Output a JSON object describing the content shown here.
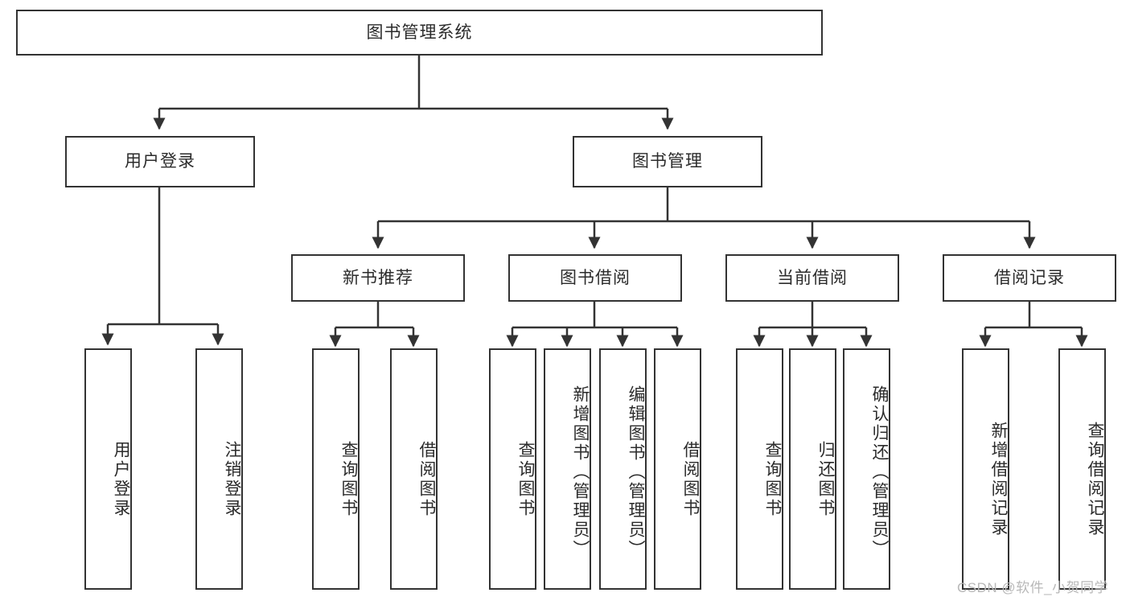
{
  "diagram": {
    "title": "图书管理系统",
    "type": "tree",
    "root": {
      "id": "root",
      "label": "图书管理系统",
      "orientation": "horizontal"
    },
    "level1": [
      {
        "id": "user-login",
        "label": "用户登录",
        "orientation": "horizontal"
      },
      {
        "id": "book-manage",
        "label": "图书管理",
        "orientation": "horizontal"
      }
    ],
    "level2": [
      {
        "id": "new-book-rec",
        "label": "新书推荐",
        "orientation": "horizontal",
        "parent": "book-manage"
      },
      {
        "id": "book-borrow",
        "label": "图书借阅",
        "orientation": "horizontal",
        "parent": "book-manage"
      },
      {
        "id": "current-borrow",
        "label": "当前借阅",
        "orientation": "horizontal",
        "parent": "book-manage"
      },
      {
        "id": "borrow-record",
        "label": "借阅记录",
        "orientation": "horizontal",
        "parent": "book-manage"
      }
    ],
    "leaves": [
      {
        "id": "leaf-user-login",
        "label": "用户登录",
        "parent": "user-login"
      },
      {
        "id": "leaf-logout-login",
        "label": "注销登录",
        "parent": "user-login"
      },
      {
        "id": "leaf-query-book-1",
        "label": "查询图书",
        "parent": "new-book-rec"
      },
      {
        "id": "leaf-borrow-book-1",
        "label": "借阅图书",
        "parent": "new-book-rec"
      },
      {
        "id": "leaf-query-book-2",
        "label": "查询图书",
        "parent": "book-borrow"
      },
      {
        "id": "leaf-add-book",
        "label": "新增图书（管理员）",
        "parent": "book-borrow"
      },
      {
        "id": "leaf-edit-book",
        "label": "编辑图书（管理员）",
        "parent": "book-borrow"
      },
      {
        "id": "leaf-borrow-book-2",
        "label": "借阅图书",
        "parent": "book-borrow"
      },
      {
        "id": "leaf-query-book-3",
        "label": "查询图书",
        "parent": "current-borrow"
      },
      {
        "id": "leaf-return-book",
        "label": "归还图书",
        "parent": "current-borrow"
      },
      {
        "id": "leaf-confirm-return",
        "label": "确认归还（管理员）",
        "parent": "current-borrow"
      },
      {
        "id": "leaf-add-record",
        "label": "新增借阅记录",
        "parent": "borrow-record"
      },
      {
        "id": "leaf-query-record",
        "label": "查询借阅记录",
        "parent": "borrow-record"
      }
    ],
    "colors": {
      "box_border": "#333333",
      "box_fill": "#ffffff",
      "edge": "#333333",
      "text": "#2b2b2b",
      "watermark": "#b8b8b8"
    }
  },
  "watermark": {
    "text": "CSDN @软件_小贺同学"
  }
}
